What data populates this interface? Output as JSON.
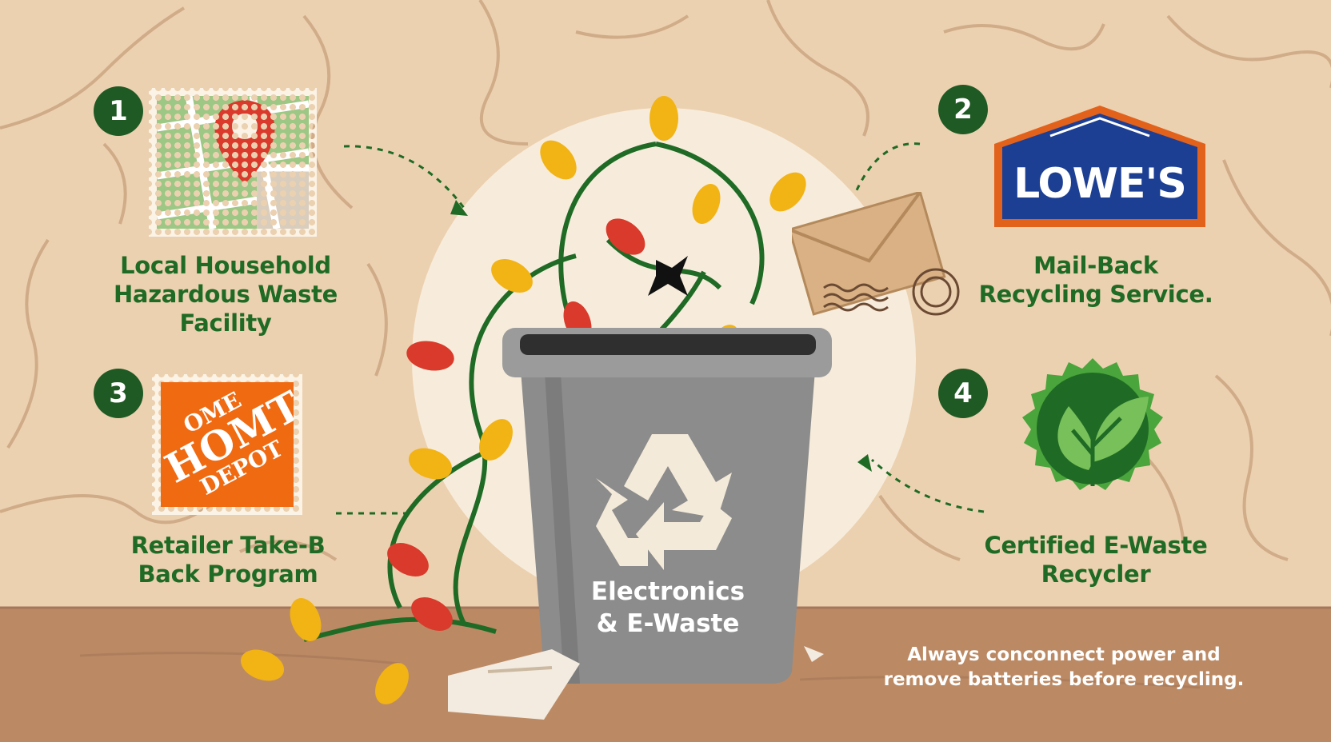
{
  "steps": [
    {
      "number": "1",
      "label_lines": [
        "Local Household",
        "Hazardous Waste",
        "Facility"
      ],
      "icon": "map-pin-icon"
    },
    {
      "number": "2",
      "label_lines": [
        "Mail-Back",
        "Recycling Service."
      ],
      "icon": "envelope-icon",
      "logo_text": "LOWE'S"
    },
    {
      "number": "3",
      "label_lines": [
        "Retailer Take-B",
        "Back Program"
      ],
      "icon": "store-logo",
      "logo_lines": [
        "OME",
        "HOMT",
        "DEPOT"
      ]
    },
    {
      "number": "4",
      "label_lines": [
        "Certified E-Waste",
        "Recycler"
      ],
      "icon": "leaf-badge-icon"
    }
  ],
  "bin": {
    "label_lines": [
      "Electronics",
      "& E-Waste"
    ],
    "icon": "recycle-icon"
  },
  "note": {
    "lines": [
      "Always conconnect power and",
      "remove batteries before recycling."
    ]
  },
  "colors": {
    "background": "#ecd1b0",
    "floor": "#bb8a64",
    "accent_green": "#1f6b25",
    "bin_gray": "#8c8c8c",
    "lowes_blue": "#1c3f94",
    "home_depot_orange": "#f06a12",
    "bulb_yellow": "#f2b315",
    "bulb_red": "#d93a2b"
  }
}
